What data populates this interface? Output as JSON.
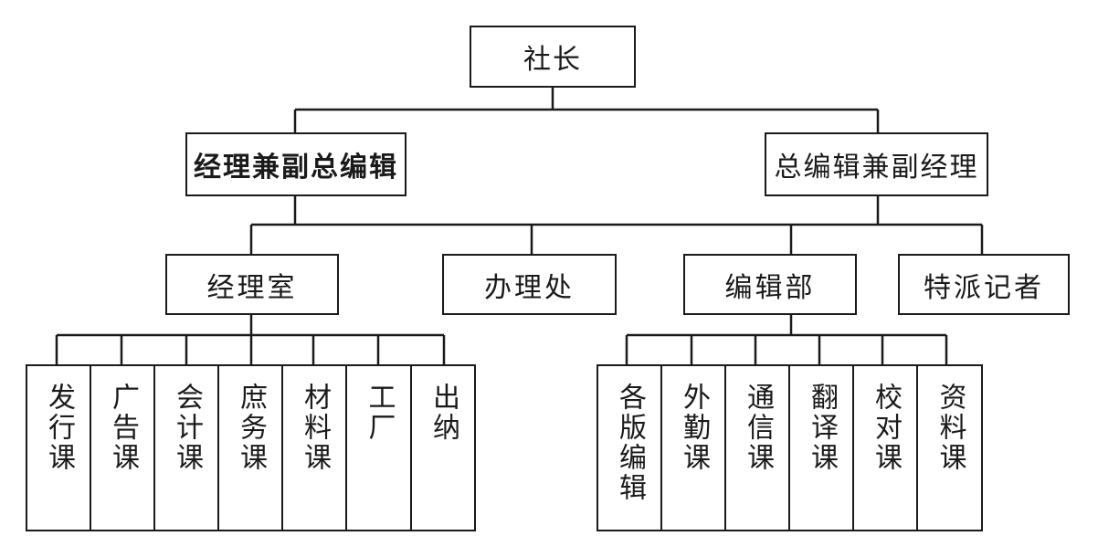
{
  "root": "社长",
  "level2": [
    "经理兼副总编辑",
    "总编辑兼副经理"
  ],
  "level3": [
    "经理室",
    "办理处",
    "编辑部",
    "特派记者"
  ],
  "manager_office_sections": [
    "发行课",
    "广告课",
    "会计课",
    "庶务课",
    "材料课",
    "工厂",
    "出纳"
  ],
  "editorial_sections": [
    "各版编辑",
    "外勤课",
    "通信课",
    "翻译课",
    "校对课",
    "资料课"
  ]
}
